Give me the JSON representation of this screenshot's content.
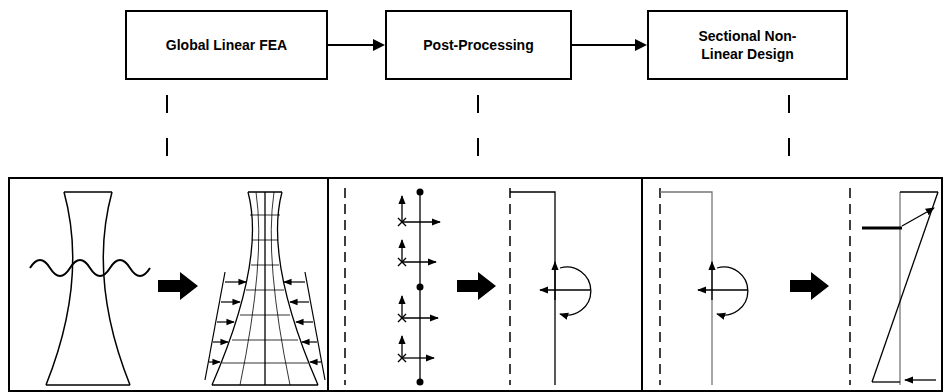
{
  "diagram": {
    "nodes": [
      {
        "text": [
          "Global Linear FEA"
        ]
      },
      {
        "text": [
          "Post-Processing"
        ]
      },
      {
        "text": [
          "Sectional Non-Linear Design"
        ]
      }
    ],
    "edges": [
      {
        "from": 0,
        "to": 1,
        "arrow": "to"
      },
      {
        "from": 1,
        "to": 2,
        "arrow": "to"
      }
    ]
  }
}
